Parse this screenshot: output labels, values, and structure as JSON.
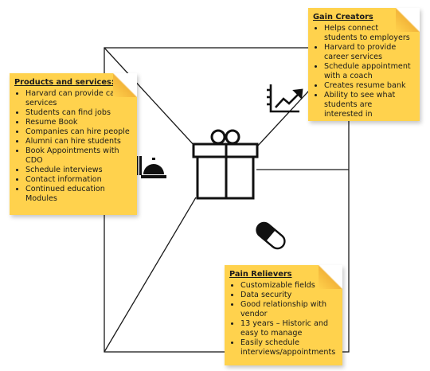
{
  "products": {
    "heading": "Products and services:",
    "items": [
      "Harvard can provide career services",
      "Students can find jobs",
      "Resume Book",
      "Companies can hire people",
      "Alumni can hire students",
      "Book Appointments with CDO",
      "Schedule interviews",
      "Contact information",
      "Continued education Modules"
    ]
  },
  "gain": {
    "heading": "Gain Creators",
    "items": [
      "Helps connect students to employers",
      "Harvard to provide career services",
      "Schedule appointment with a coach",
      "Creates resume bank",
      "Ability to see what students are interested in"
    ]
  },
  "pain": {
    "heading": "Pain Relievers",
    "items": [
      "Customizable fields",
      "Data security",
      "Good relationship with vendor",
      "13 years – Historic and easy to manage",
      "Easily schedule interviews/appointments"
    ]
  },
  "icons": [
    "gift-icon",
    "barcode-icon",
    "service-bell-icon",
    "growth-chart-icon",
    "pill-icon"
  ],
  "colors": {
    "note": "#ffd24d",
    "line": "#1a1a1a"
  }
}
